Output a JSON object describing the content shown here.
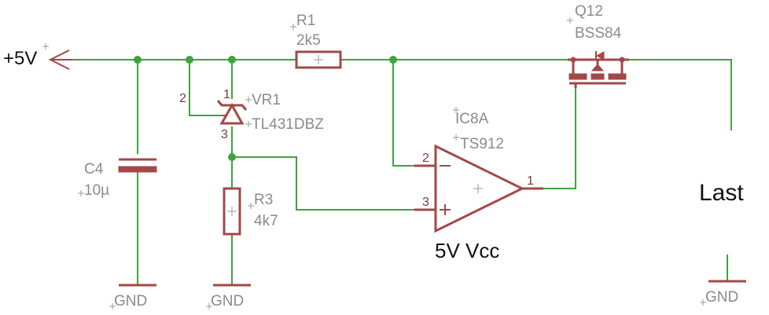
{
  "supply": {
    "label": "+5V"
  },
  "components": {
    "r1": {
      "ref": "R1",
      "value": "2k5"
    },
    "r3": {
      "ref": "R3",
      "value": "4k7"
    },
    "c4": {
      "ref": "C4",
      "value": "10µ"
    },
    "vr1": {
      "ref": "VR1",
      "value": "TL431DBZ"
    },
    "ic": {
      "ref": "IC8A",
      "value": "TS912",
      "note": "5V Vcc"
    },
    "q12": {
      "ref": "Q12",
      "value": "BSS84"
    }
  },
  "pins": {
    "vr1_ref": "2",
    "vr1_anode": "3",
    "vr1_cathode": "1",
    "ic_inv": "2",
    "ic_noninv": "3",
    "ic_out": "1"
  },
  "ic_signs": {
    "minus": "−",
    "plus": "+"
  },
  "load_label": "Last",
  "ground_label": "GND",
  "colors": {
    "wire": "#3fa33f",
    "part": "#a34848",
    "label": "#8b8b8b",
    "text": "#111111"
  }
}
